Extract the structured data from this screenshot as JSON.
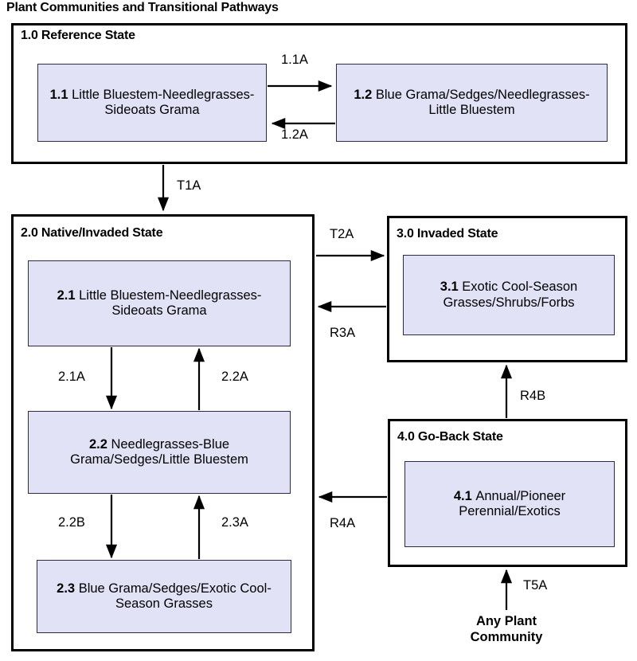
{
  "title": "Plant Communities and Transitional Pathways",
  "colors": {
    "community_fill": "#e2e2f7",
    "community_border": "#2b2b45",
    "state_border": "#000000",
    "background": "#ffffff",
    "text": "#000000"
  },
  "states": [
    {
      "id": "1.0",
      "title": "1.0 Reference State",
      "communities": [
        {
          "id": "1.1",
          "num": "1.1",
          "name": "Little Bluestem-Needlegrasses-Sideoats Grama"
        },
        {
          "id": "1.2",
          "num": "1.2",
          "name": "Blue Grama/Sedges/Needlegrasses-Little Bluestem"
        }
      ]
    },
    {
      "id": "2.0",
      "title": "2.0 Native/Invaded State",
      "communities": [
        {
          "id": "2.1",
          "num": "2.1",
          "name": "Little Bluestem-Needlegrasses-Sideoats Grama"
        },
        {
          "id": "2.2",
          "num": "2.2",
          "name": "Needlegrasses-Blue Grama/Sedges/Little Bluestem"
        },
        {
          "id": "2.3",
          "num": "2.3",
          "name": "Blue Grama/Sedges/Exotic Cool-Season Grasses"
        }
      ]
    },
    {
      "id": "3.0",
      "title": "3.0 Invaded State",
      "communities": [
        {
          "id": "3.1",
          "num": "3.1",
          "name": "Exotic Cool-Season Grasses/Shrubs/Forbs"
        }
      ]
    },
    {
      "id": "4.0",
      "title": "4.0 Go-Back State",
      "communities": [
        {
          "id": "4.1",
          "num": "4.1",
          "name": "Annual/Pioneer Perennial/Exotics"
        }
      ]
    }
  ],
  "external_nodes": [
    {
      "id": "any-plant-community",
      "line1": "Any Plant",
      "line2": "Community"
    }
  ],
  "pathways": [
    {
      "id": "1.1A",
      "label": "1.1A",
      "from": "1.1",
      "to": "1.2",
      "kind": "community-pathway"
    },
    {
      "id": "1.2A",
      "label": "1.2A",
      "from": "1.2",
      "to": "1.1",
      "kind": "community-pathway"
    },
    {
      "id": "T1A",
      "label": "T1A",
      "from": "1.0",
      "to": "2.0",
      "kind": "transition"
    },
    {
      "id": "2.1A",
      "label": "2.1A",
      "from": "2.1",
      "to": "2.2",
      "kind": "community-pathway"
    },
    {
      "id": "2.2A",
      "label": "2.2A",
      "from": "2.2",
      "to": "2.1",
      "kind": "community-pathway"
    },
    {
      "id": "2.2B",
      "label": "2.2B",
      "from": "2.2",
      "to": "2.3",
      "kind": "community-pathway"
    },
    {
      "id": "2.3A",
      "label": "2.3A",
      "from": "2.3",
      "to": "2.2",
      "kind": "community-pathway"
    },
    {
      "id": "T2A",
      "label": "T2A",
      "from": "2.0",
      "to": "3.0",
      "kind": "transition"
    },
    {
      "id": "R3A",
      "label": "R3A",
      "from": "3.0",
      "to": "2.0",
      "kind": "restoration"
    },
    {
      "id": "R4B",
      "label": "R4B",
      "from": "4.0",
      "to": "3.0",
      "kind": "restoration"
    },
    {
      "id": "R4A",
      "label": "R4A",
      "from": "4.0",
      "to": "2.0",
      "kind": "restoration"
    },
    {
      "id": "T5A",
      "label": "T5A",
      "from": "any-plant-community",
      "to": "4.0",
      "kind": "transition"
    }
  ]
}
